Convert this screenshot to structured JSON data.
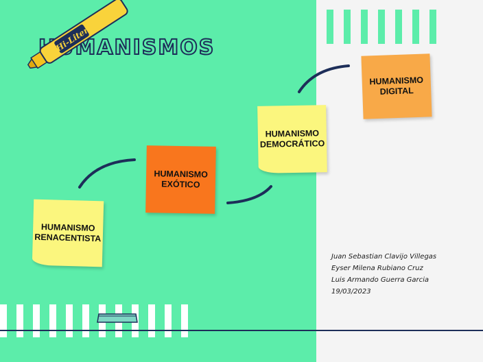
{
  "title": "HUMANISMOS",
  "highlighter_label": "Hi-Liter",
  "notes": [
    {
      "label": "HUMANISMO RENACENTISTA"
    },
    {
      "label": "HUMANISMO EXÓTICO"
    },
    {
      "label": "HUMANISMO DEMOCRÁTICO"
    },
    {
      "label": "HUMANISMO DIGITAL"
    }
  ],
  "credits": {
    "line1": "Juan Sebastian Clavijo Villegas",
    "line2": "Eyser Milena Rubiano Cruz",
    "line3": "Luis Armando Guerra Garcia",
    "date": "19/03/2023"
  },
  "colors": {
    "background_green": "#5cedaa",
    "background_gray": "#f4f4f4",
    "navy": "#1d2e59",
    "sticky_yellow": "#fbf67e",
    "sticky_orange": "#f9761d",
    "sticky_light_orange": "#f8a948",
    "highlighter_yellow": "#f9d33b"
  }
}
